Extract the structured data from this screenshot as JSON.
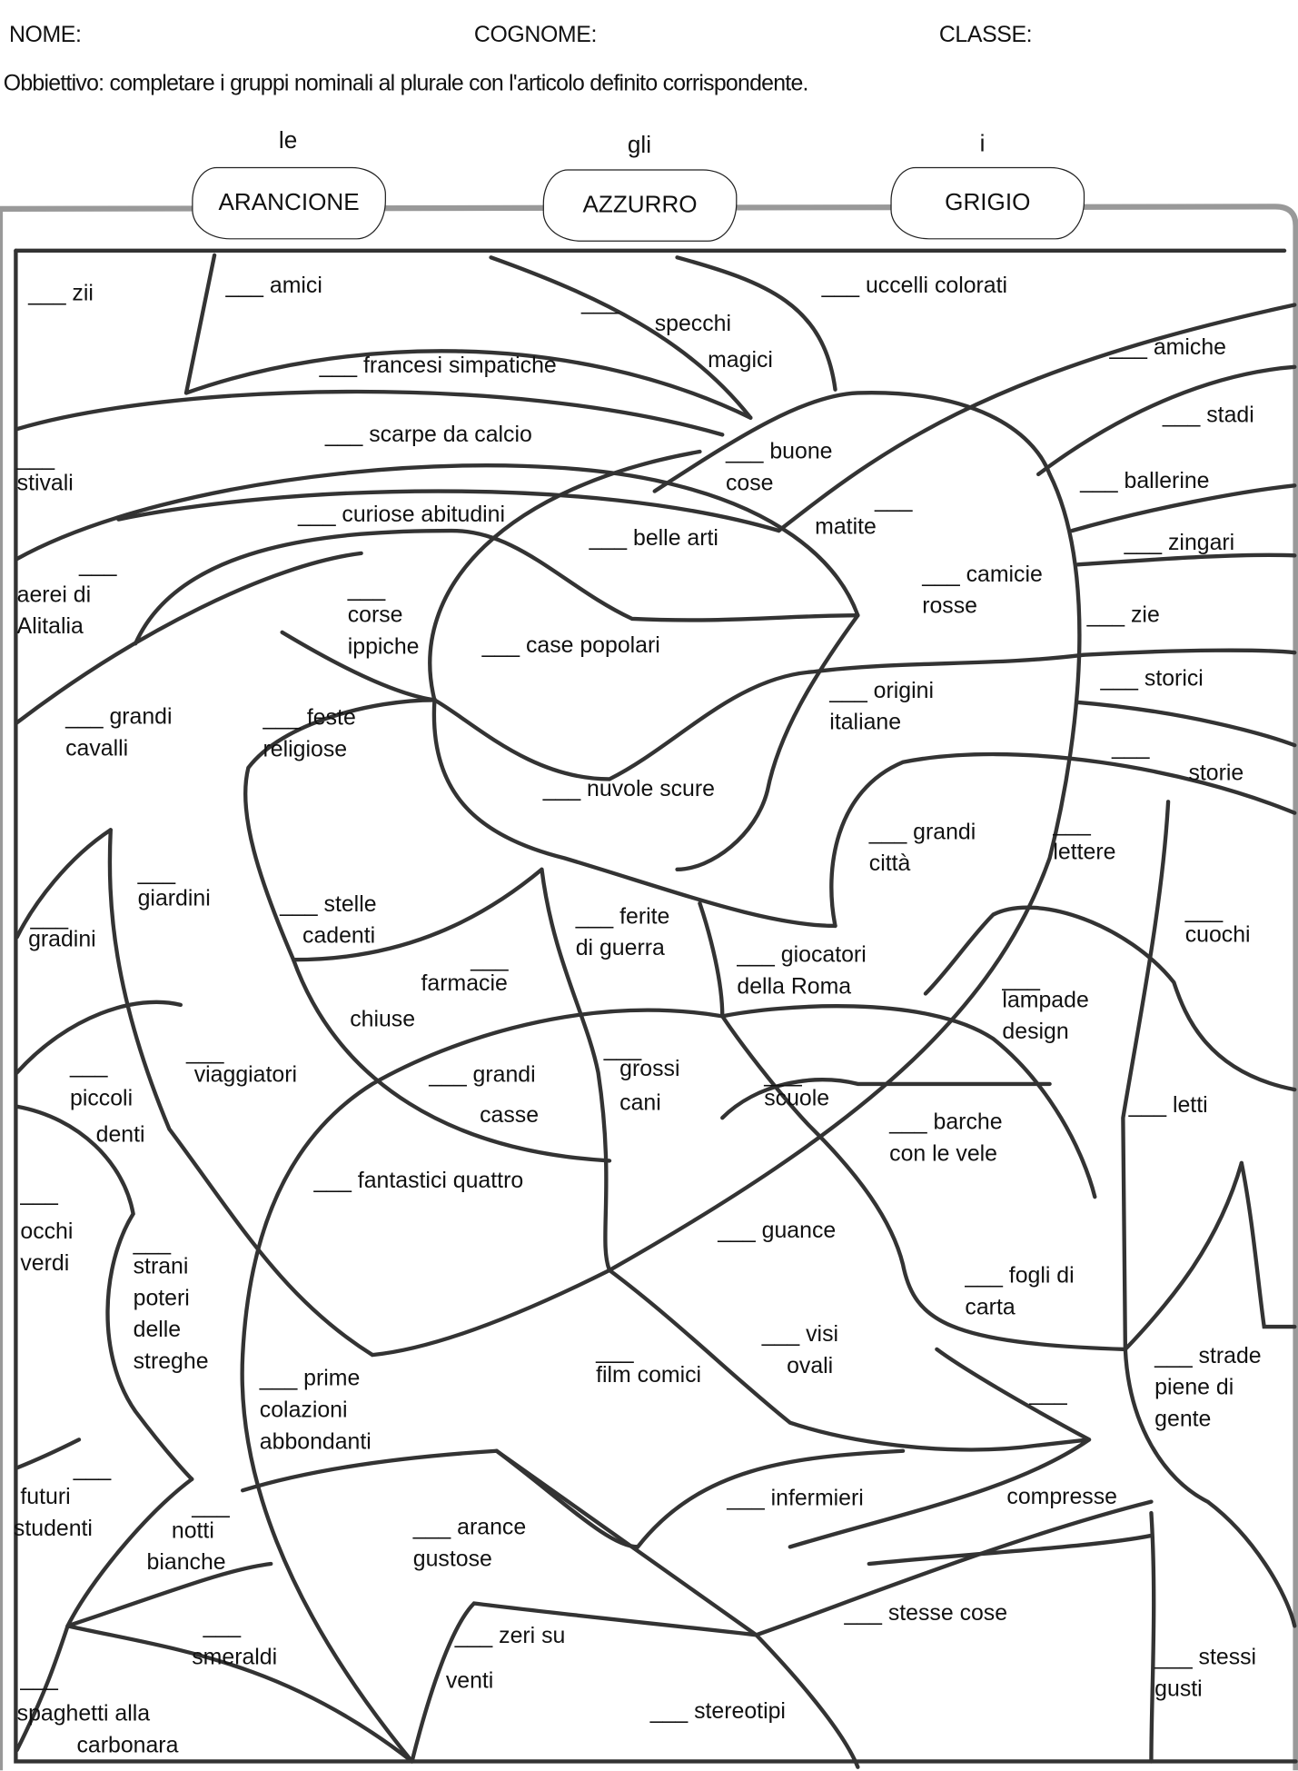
{
  "header": {
    "name_label": "NOME:",
    "surname_label": "COGNOME:",
    "class_label": "CLASSE:"
  },
  "objective": {
    "label": "Obbiettivo:",
    "text": "completare i gruppi nominali al plurale con l'articolo definito corrispondente."
  },
  "legend": [
    {
      "article": "le",
      "color_name": "ARANCIONE",
      "color": "#f5a623"
    },
    {
      "article": "gli",
      "color_name": "AZZURRO",
      "color": "#5bc0eb"
    },
    {
      "article": "i",
      "color_name": "GRIGIO",
      "color": "#9e9e9e"
    }
  ],
  "regions": [
    {
      "lines": [
        "___ zii"
      ]
    },
    {
      "lines": [
        "___ amici"
      ]
    },
    {
      "lines": [
        "___",
        "specchi",
        "magici"
      ]
    },
    {
      "lines": [
        "___ uccelli colorati"
      ]
    },
    {
      "lines": [
        "___ francesi simpatiche"
      ]
    },
    {
      "lines": [
        "___ amiche"
      ]
    },
    {
      "lines": [
        "___ stadi"
      ]
    },
    {
      "lines": [
        "___ scarpe da calcio"
      ]
    },
    {
      "lines": [
        "___",
        "stivali"
      ]
    },
    {
      "lines": [
        "___ buone",
        "cose"
      ]
    },
    {
      "lines": [
        "___ ballerine"
      ]
    },
    {
      "lines": [
        "___",
        "matite"
      ]
    },
    {
      "lines": [
        "___ curiose abitudini"
      ]
    },
    {
      "lines": [
        "___ belle arti"
      ]
    },
    {
      "lines": [
        "___ zingari"
      ]
    },
    {
      "lines": [
        "___",
        "aerei di",
        "Alitalia"
      ]
    },
    {
      "lines": [
        "___",
        "corse",
        "ippiche"
      ]
    },
    {
      "lines": [
        "___ camicie",
        "rosse"
      ]
    },
    {
      "lines": [
        "___ zie"
      ]
    },
    {
      "lines": [
        "___ case popolari"
      ]
    },
    {
      "lines": [
        "___ storici"
      ]
    },
    {
      "lines": [
        "___ origini",
        "italiane"
      ]
    },
    {
      "lines": [
        "___ grandi",
        "cavalli"
      ]
    },
    {
      "lines": [
        "___ feste",
        "religiose"
      ]
    },
    {
      "lines": [
        "___",
        "storie"
      ]
    },
    {
      "lines": [
        "___ nuvole scure"
      ]
    },
    {
      "lines": [
        "___ grandi",
        "città"
      ]
    },
    {
      "lines": [
        "___",
        "lettere"
      ]
    },
    {
      "lines": [
        "___",
        "giardini"
      ]
    },
    {
      "lines": [
        "___",
        "gradini"
      ]
    },
    {
      "lines": [
        "___ stelle",
        "cadenti"
      ]
    },
    {
      "lines": [
        "___ ferite",
        "di guerra"
      ]
    },
    {
      "lines": [
        "___",
        "cuochi"
      ]
    },
    {
      "lines": [
        "___ giocatori",
        "della Roma"
      ]
    },
    {
      "lines": [
        "___",
        "farmacie",
        "chiuse"
      ]
    },
    {
      "lines": [
        "___",
        "lampade",
        "design"
      ]
    },
    {
      "lines": [
        "___",
        "viaggiatori"
      ]
    },
    {
      "lines": [
        "___",
        "piccoli",
        "denti"
      ]
    },
    {
      "lines": [
        "___ grandi",
        "casse"
      ]
    },
    {
      "lines": [
        "___",
        "grossi",
        "cani"
      ]
    },
    {
      "lines": [
        "___",
        "scuole"
      ]
    },
    {
      "lines": [
        "___ letti"
      ]
    },
    {
      "lines": [
        "___ barche",
        "con le vele"
      ]
    },
    {
      "lines": [
        "___",
        "occhi",
        "verdi"
      ]
    },
    {
      "lines": [
        "___ fantastici quattro"
      ]
    },
    {
      "lines": [
        "___ guance"
      ]
    },
    {
      "lines": [
        "___",
        "strani",
        "poteri",
        "delle",
        "streghe"
      ]
    },
    {
      "lines": [
        "___ fogli di",
        "carta"
      ]
    },
    {
      "lines": [
        "___ visi",
        "ovali"
      ]
    },
    {
      "lines": [
        "___",
        "film comici"
      ]
    },
    {
      "lines": [
        "___ strade",
        "piene di",
        "gente"
      ]
    },
    {
      "lines": [
        "___ prime",
        "colazioni",
        "abbondanti"
      ]
    },
    {
      "lines": [
        "___",
        "compresse"
      ]
    },
    {
      "lines": [
        "___",
        "futuri",
        "studenti"
      ]
    },
    {
      "lines": [
        "___ infermieri"
      ]
    },
    {
      "lines": [
        "___",
        "notti",
        "bianche"
      ]
    },
    {
      "lines": [
        "___ arance",
        "gustose"
      ]
    },
    {
      "lines": [
        "___ stesse cose"
      ]
    },
    {
      "lines": [
        "___ zeri su",
        "venti"
      ]
    },
    {
      "lines": [
        "___",
        "smeraldi"
      ]
    },
    {
      "lines": [
        "___ stessi",
        "gusti"
      ]
    },
    {
      "lines": [
        "___",
        "spaghetti alla",
        "carbonara"
      ]
    },
    {
      "lines": [
        "___ stereotipi"
      ]
    }
  ]
}
